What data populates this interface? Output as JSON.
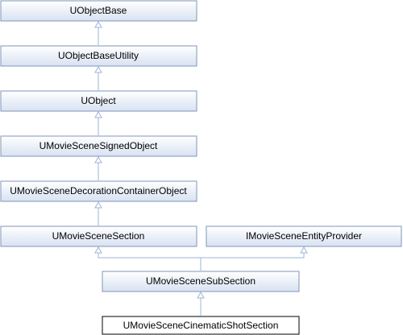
{
  "diagram": {
    "nodes": {
      "uobjectbase": "UObjectBase",
      "uobjectbaseutility": "UObjectBaseUtility",
      "uobject": "UObject",
      "signed_object": "UMovieSceneSignedObject",
      "decoration_container": "UMovieSceneDecorationContainerObject",
      "section": "UMovieSceneSection",
      "entity_provider": "IMovieSceneEntityProvider",
      "sub_section": "UMovieSceneSubSection",
      "cinematic_shot_section": "UMovieSceneCinematicShotSection"
    },
    "current_node": "cinematic_shot_section",
    "colors": {
      "box_fill_top": "#ffffff",
      "box_fill_bottom": "#d5dff0",
      "box_border": "#8096b8",
      "edge": "#9db4d6",
      "current_border": "#000000"
    }
  }
}
